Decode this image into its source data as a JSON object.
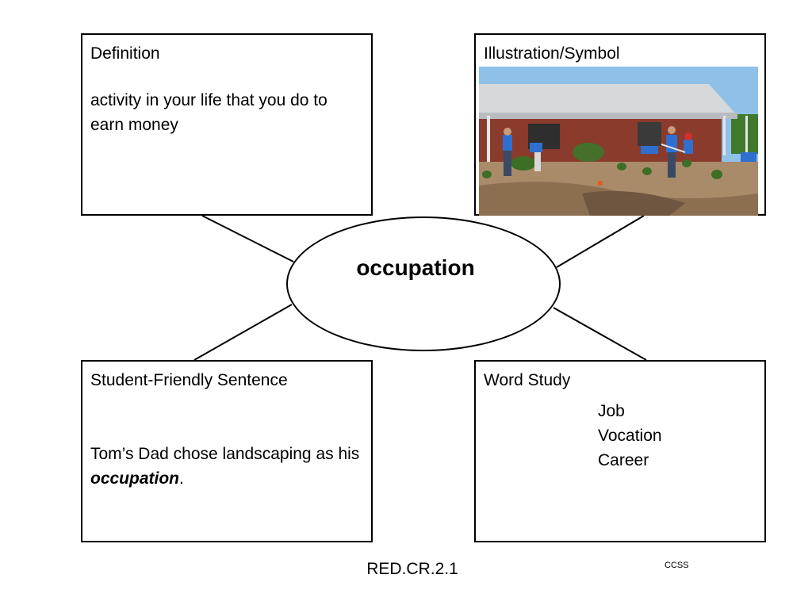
{
  "definition": {
    "title": "Definition",
    "text": "activity in your life that you do to earn money"
  },
  "illustration": {
    "title": "Illustration/Symbol",
    "image_icon": "landscaping-photo"
  },
  "center": {
    "word": "occupation"
  },
  "sentence": {
    "title": "Student-Friendly Sentence",
    "before": "Tom’s Dad chose landscaping as his ",
    "emphasis": "occupation",
    "after": "."
  },
  "word_study": {
    "title": "Word Study",
    "words": [
      "Job",
      "Vocation",
      "Career"
    ]
  },
  "footer": {
    "code": "RED.CR.2.1",
    "note": "CCSS"
  }
}
